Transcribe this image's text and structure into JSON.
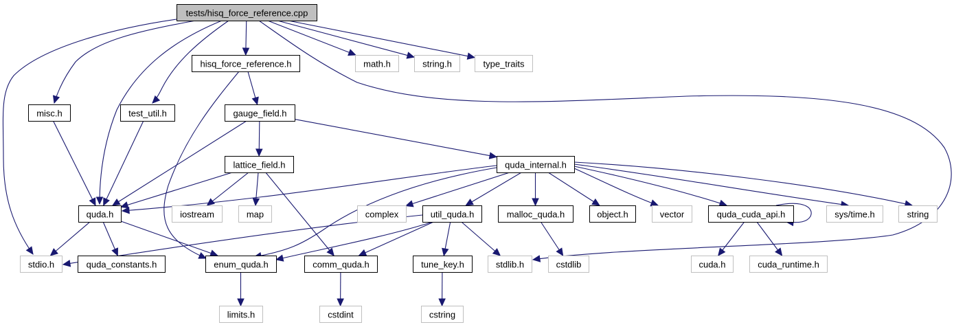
{
  "diagram": {
    "title": "tests/hisq_force_reference.cpp",
    "type": "include-dependency-graph",
    "colors": {
      "edge": "#191970",
      "root_fill": "#bfbfbf",
      "documented_border": "#000000",
      "external_border": "#bfbfbf"
    },
    "nodes": [
      {
        "id": "root",
        "label": "tests/hisq_force_reference.cpp",
        "kind": "root"
      },
      {
        "id": "hisq_force_reference_h",
        "label": "hisq_force_reference.h",
        "kind": "doc"
      },
      {
        "id": "math_h",
        "label": "math.h",
        "kind": "ext"
      },
      {
        "id": "string_h",
        "label": "string.h",
        "kind": "ext"
      },
      {
        "id": "type_traits",
        "label": "type_traits",
        "kind": "ext"
      },
      {
        "id": "misc_h",
        "label": "misc.h",
        "kind": "doc"
      },
      {
        "id": "test_util_h",
        "label": "test_util.h",
        "kind": "doc"
      },
      {
        "id": "gauge_field_h",
        "label": "gauge_field.h",
        "kind": "doc"
      },
      {
        "id": "lattice_field_h",
        "label": "lattice_field.h",
        "kind": "doc"
      },
      {
        "id": "quda_internal_h",
        "label": "quda_internal.h",
        "kind": "doc"
      },
      {
        "id": "quda_h",
        "label": "quda.h",
        "kind": "doc"
      },
      {
        "id": "iostream",
        "label": "iostream",
        "kind": "ext"
      },
      {
        "id": "map",
        "label": "map",
        "kind": "ext"
      },
      {
        "id": "complex",
        "label": "complex",
        "kind": "ext"
      },
      {
        "id": "util_quda_h",
        "label": "util_quda.h",
        "kind": "doc"
      },
      {
        "id": "malloc_quda_h",
        "label": "malloc_quda.h",
        "kind": "doc"
      },
      {
        "id": "object_h",
        "label": "object.h",
        "kind": "doc"
      },
      {
        "id": "vector",
        "label": "vector",
        "kind": "ext"
      },
      {
        "id": "quda_cuda_api_h",
        "label": "quda_cuda_api.h",
        "kind": "doc"
      },
      {
        "id": "sys_time_h",
        "label": "sys/time.h",
        "kind": "ext"
      },
      {
        "id": "string",
        "label": "string",
        "kind": "ext"
      },
      {
        "id": "stdio_h",
        "label": "stdio.h",
        "kind": "ext"
      },
      {
        "id": "quda_constants_h",
        "label": "quda_constants.h",
        "kind": "doc"
      },
      {
        "id": "enum_quda_h",
        "label": "enum_quda.h",
        "kind": "doc"
      },
      {
        "id": "comm_quda_h",
        "label": "comm_quda.h",
        "kind": "doc"
      },
      {
        "id": "tune_key_h",
        "label": "tune_key.h",
        "kind": "doc"
      },
      {
        "id": "stdlib_h",
        "label": "stdlib.h",
        "kind": "ext"
      },
      {
        "id": "cstdlib",
        "label": "cstdlib",
        "kind": "ext"
      },
      {
        "id": "cuda_h",
        "label": "cuda.h",
        "kind": "ext"
      },
      {
        "id": "cuda_runtime_h",
        "label": "cuda_runtime.h",
        "kind": "ext"
      },
      {
        "id": "limits_h",
        "label": "limits.h",
        "kind": "ext"
      },
      {
        "id": "cstdint",
        "label": "cstdint",
        "kind": "ext"
      },
      {
        "id": "cstring",
        "label": "cstring",
        "kind": "ext"
      }
    ],
    "edges": [
      {
        "from": "root",
        "to": "stdio_h"
      },
      {
        "from": "root",
        "to": "misc_h"
      },
      {
        "from": "root",
        "to": "quda_h"
      },
      {
        "from": "root",
        "to": "test_util_h"
      },
      {
        "from": "root",
        "to": "hisq_force_reference_h"
      },
      {
        "from": "root",
        "to": "math_h"
      },
      {
        "from": "root",
        "to": "string_h"
      },
      {
        "from": "root",
        "to": "type_traits"
      },
      {
        "from": "root",
        "to": "stdlib_h"
      },
      {
        "from": "hisq_force_reference_h",
        "to": "enum_quda_h"
      },
      {
        "from": "hisq_force_reference_h",
        "to": "gauge_field_h"
      },
      {
        "from": "misc_h",
        "to": "quda_h"
      },
      {
        "from": "test_util_h",
        "to": "quda_h"
      },
      {
        "from": "gauge_field_h",
        "to": "quda_h"
      },
      {
        "from": "gauge_field_h",
        "to": "lattice_field_h"
      },
      {
        "from": "gauge_field_h",
        "to": "quda_internal_h"
      },
      {
        "from": "lattice_field_h",
        "to": "quda_h"
      },
      {
        "from": "lattice_field_h",
        "to": "iostream"
      },
      {
        "from": "lattice_field_h",
        "to": "map"
      },
      {
        "from": "lattice_field_h",
        "to": "comm_quda_h"
      },
      {
        "from": "quda_internal_h",
        "to": "quda_h"
      },
      {
        "from": "quda_internal_h",
        "to": "enum_quda_h"
      },
      {
        "from": "quda_internal_h",
        "to": "complex"
      },
      {
        "from": "quda_internal_h",
        "to": "util_quda_h"
      },
      {
        "from": "quda_internal_h",
        "to": "malloc_quda_h"
      },
      {
        "from": "quda_internal_h",
        "to": "object_h"
      },
      {
        "from": "quda_internal_h",
        "to": "vector"
      },
      {
        "from": "quda_internal_h",
        "to": "quda_cuda_api_h"
      },
      {
        "from": "quda_internal_h",
        "to": "sys_time_h"
      },
      {
        "from": "quda_internal_h",
        "to": "string"
      },
      {
        "from": "quda_h",
        "to": "stdio_h"
      },
      {
        "from": "quda_h",
        "to": "quda_constants_h"
      },
      {
        "from": "quda_h",
        "to": "enum_quda_h"
      },
      {
        "from": "util_quda_h",
        "to": "stdio_h"
      },
      {
        "from": "util_quda_h",
        "to": "enum_quda_h"
      },
      {
        "from": "util_quda_h",
        "to": "comm_quda_h"
      },
      {
        "from": "util_quda_h",
        "to": "tune_key_h"
      },
      {
        "from": "util_quda_h",
        "to": "stdlib_h"
      },
      {
        "from": "malloc_quda_h",
        "to": "cstdlib"
      },
      {
        "from": "quda_cuda_api_h",
        "to": "quda_cuda_api_h"
      },
      {
        "from": "quda_cuda_api_h",
        "to": "cuda_h"
      },
      {
        "from": "quda_cuda_api_h",
        "to": "cuda_runtime_h"
      },
      {
        "from": "enum_quda_h",
        "to": "limits_h"
      },
      {
        "from": "comm_quda_h",
        "to": "cstdint"
      },
      {
        "from": "tune_key_h",
        "to": "cstring"
      }
    ]
  }
}
